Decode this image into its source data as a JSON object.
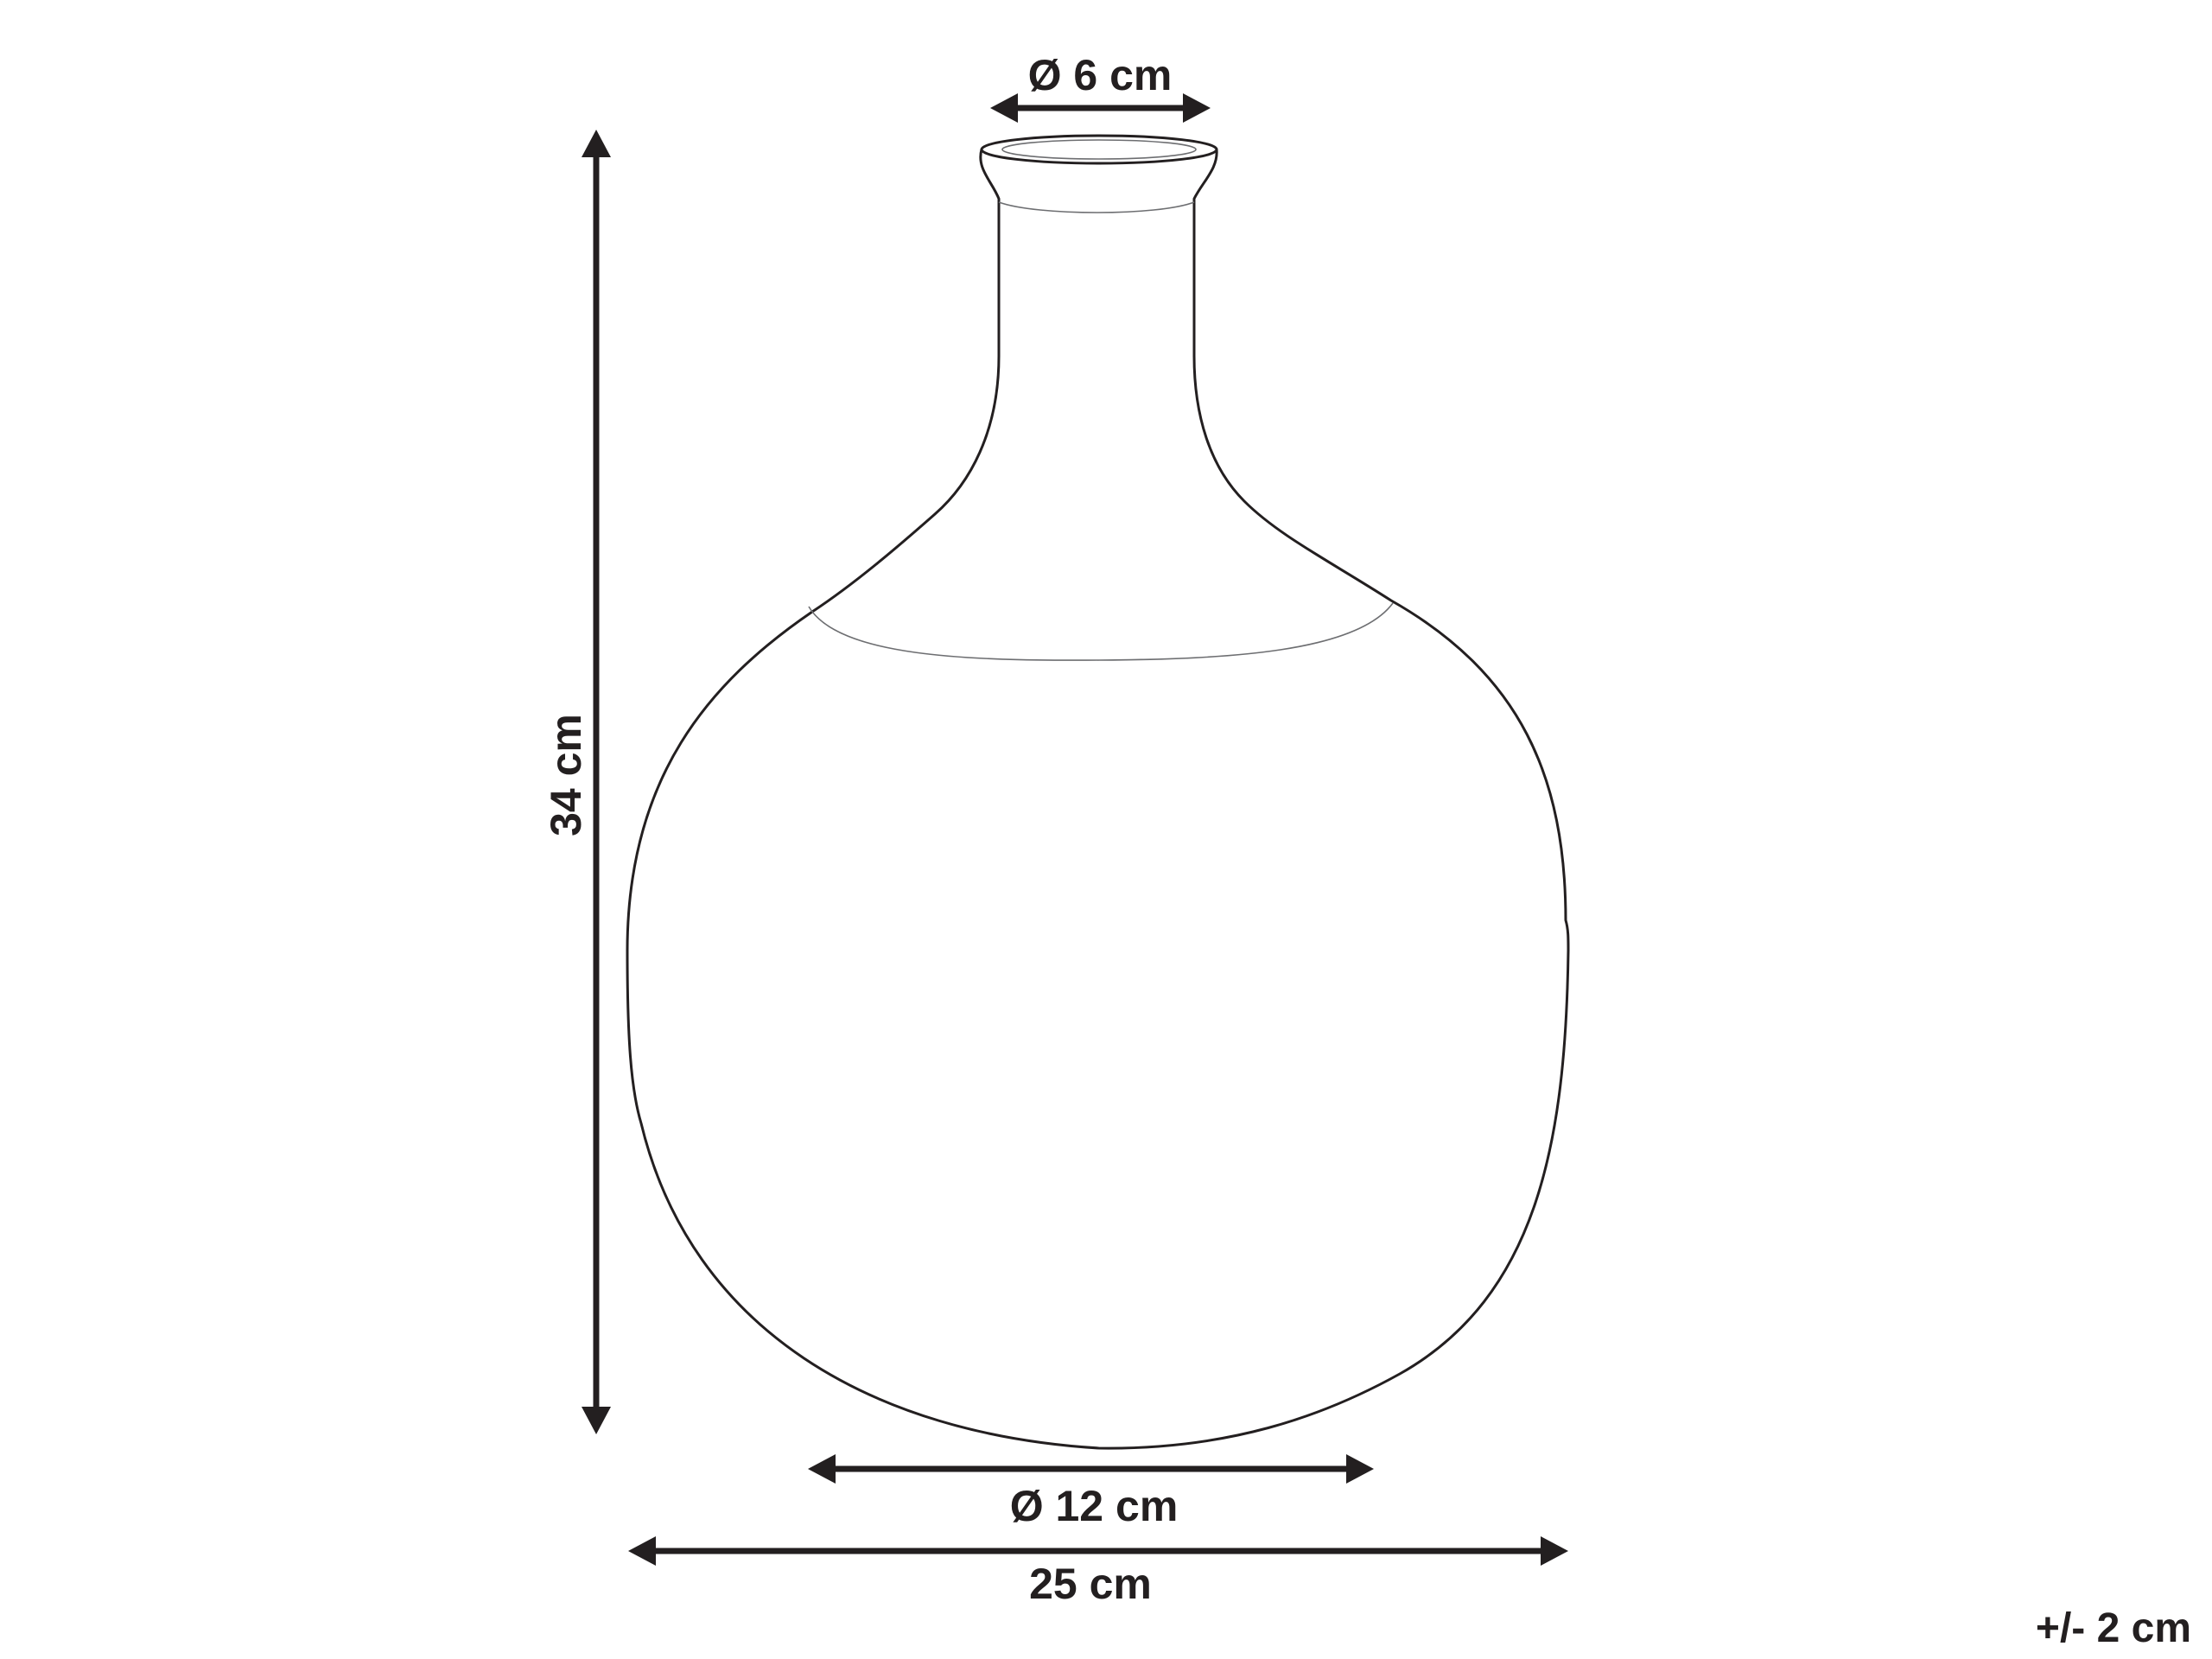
{
  "dimensions": {
    "neck_diameter": "Ø 6 cm",
    "height": "34 cm",
    "base_diameter": "Ø 12 cm",
    "width": "25 cm",
    "tolerance": "+/- 2 cm"
  },
  "colors": {
    "ink": "#231f20",
    "detail": "#6d6e71",
    "background": "#ffffff"
  }
}
